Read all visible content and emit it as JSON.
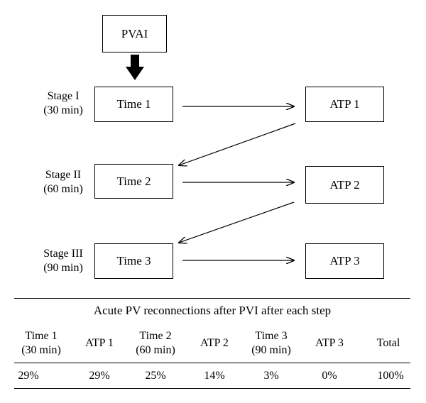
{
  "diagram": {
    "start_box": "PVAI",
    "stages": [
      {
        "label_line1": "Stage I",
        "label_line2": "(30 min)",
        "time_box": "Time 1",
        "atp_box": "ATP 1"
      },
      {
        "label_line1": "Stage II",
        "label_line2": "(60 min)",
        "time_box": "Time 2",
        "atp_box": "ATP 2"
      },
      {
        "label_line1": "Stage III",
        "label_line2": "(90 min)",
        "time_box": "Time 3",
        "atp_box": "ATP 3"
      }
    ]
  },
  "table": {
    "title": "Acute PV reconnections after PVI after each step",
    "headers": [
      {
        "line1": "Time 1",
        "line2": "(30 min)"
      },
      {
        "line1": "ATP 1",
        "line2": ""
      },
      {
        "line1": "Time 2",
        "line2": "(60 min)"
      },
      {
        "line1": "ATP 2",
        "line2": ""
      },
      {
        "line1": "Time 3",
        "line2": "(90 min)"
      },
      {
        "line1": "ATP 3",
        "line2": ""
      },
      {
        "line1": "Total",
        "line2": ""
      }
    ],
    "values": [
      "29%",
      "29%",
      "25%",
      "14%",
      "3%",
      "0%",
      "100%"
    ]
  }
}
